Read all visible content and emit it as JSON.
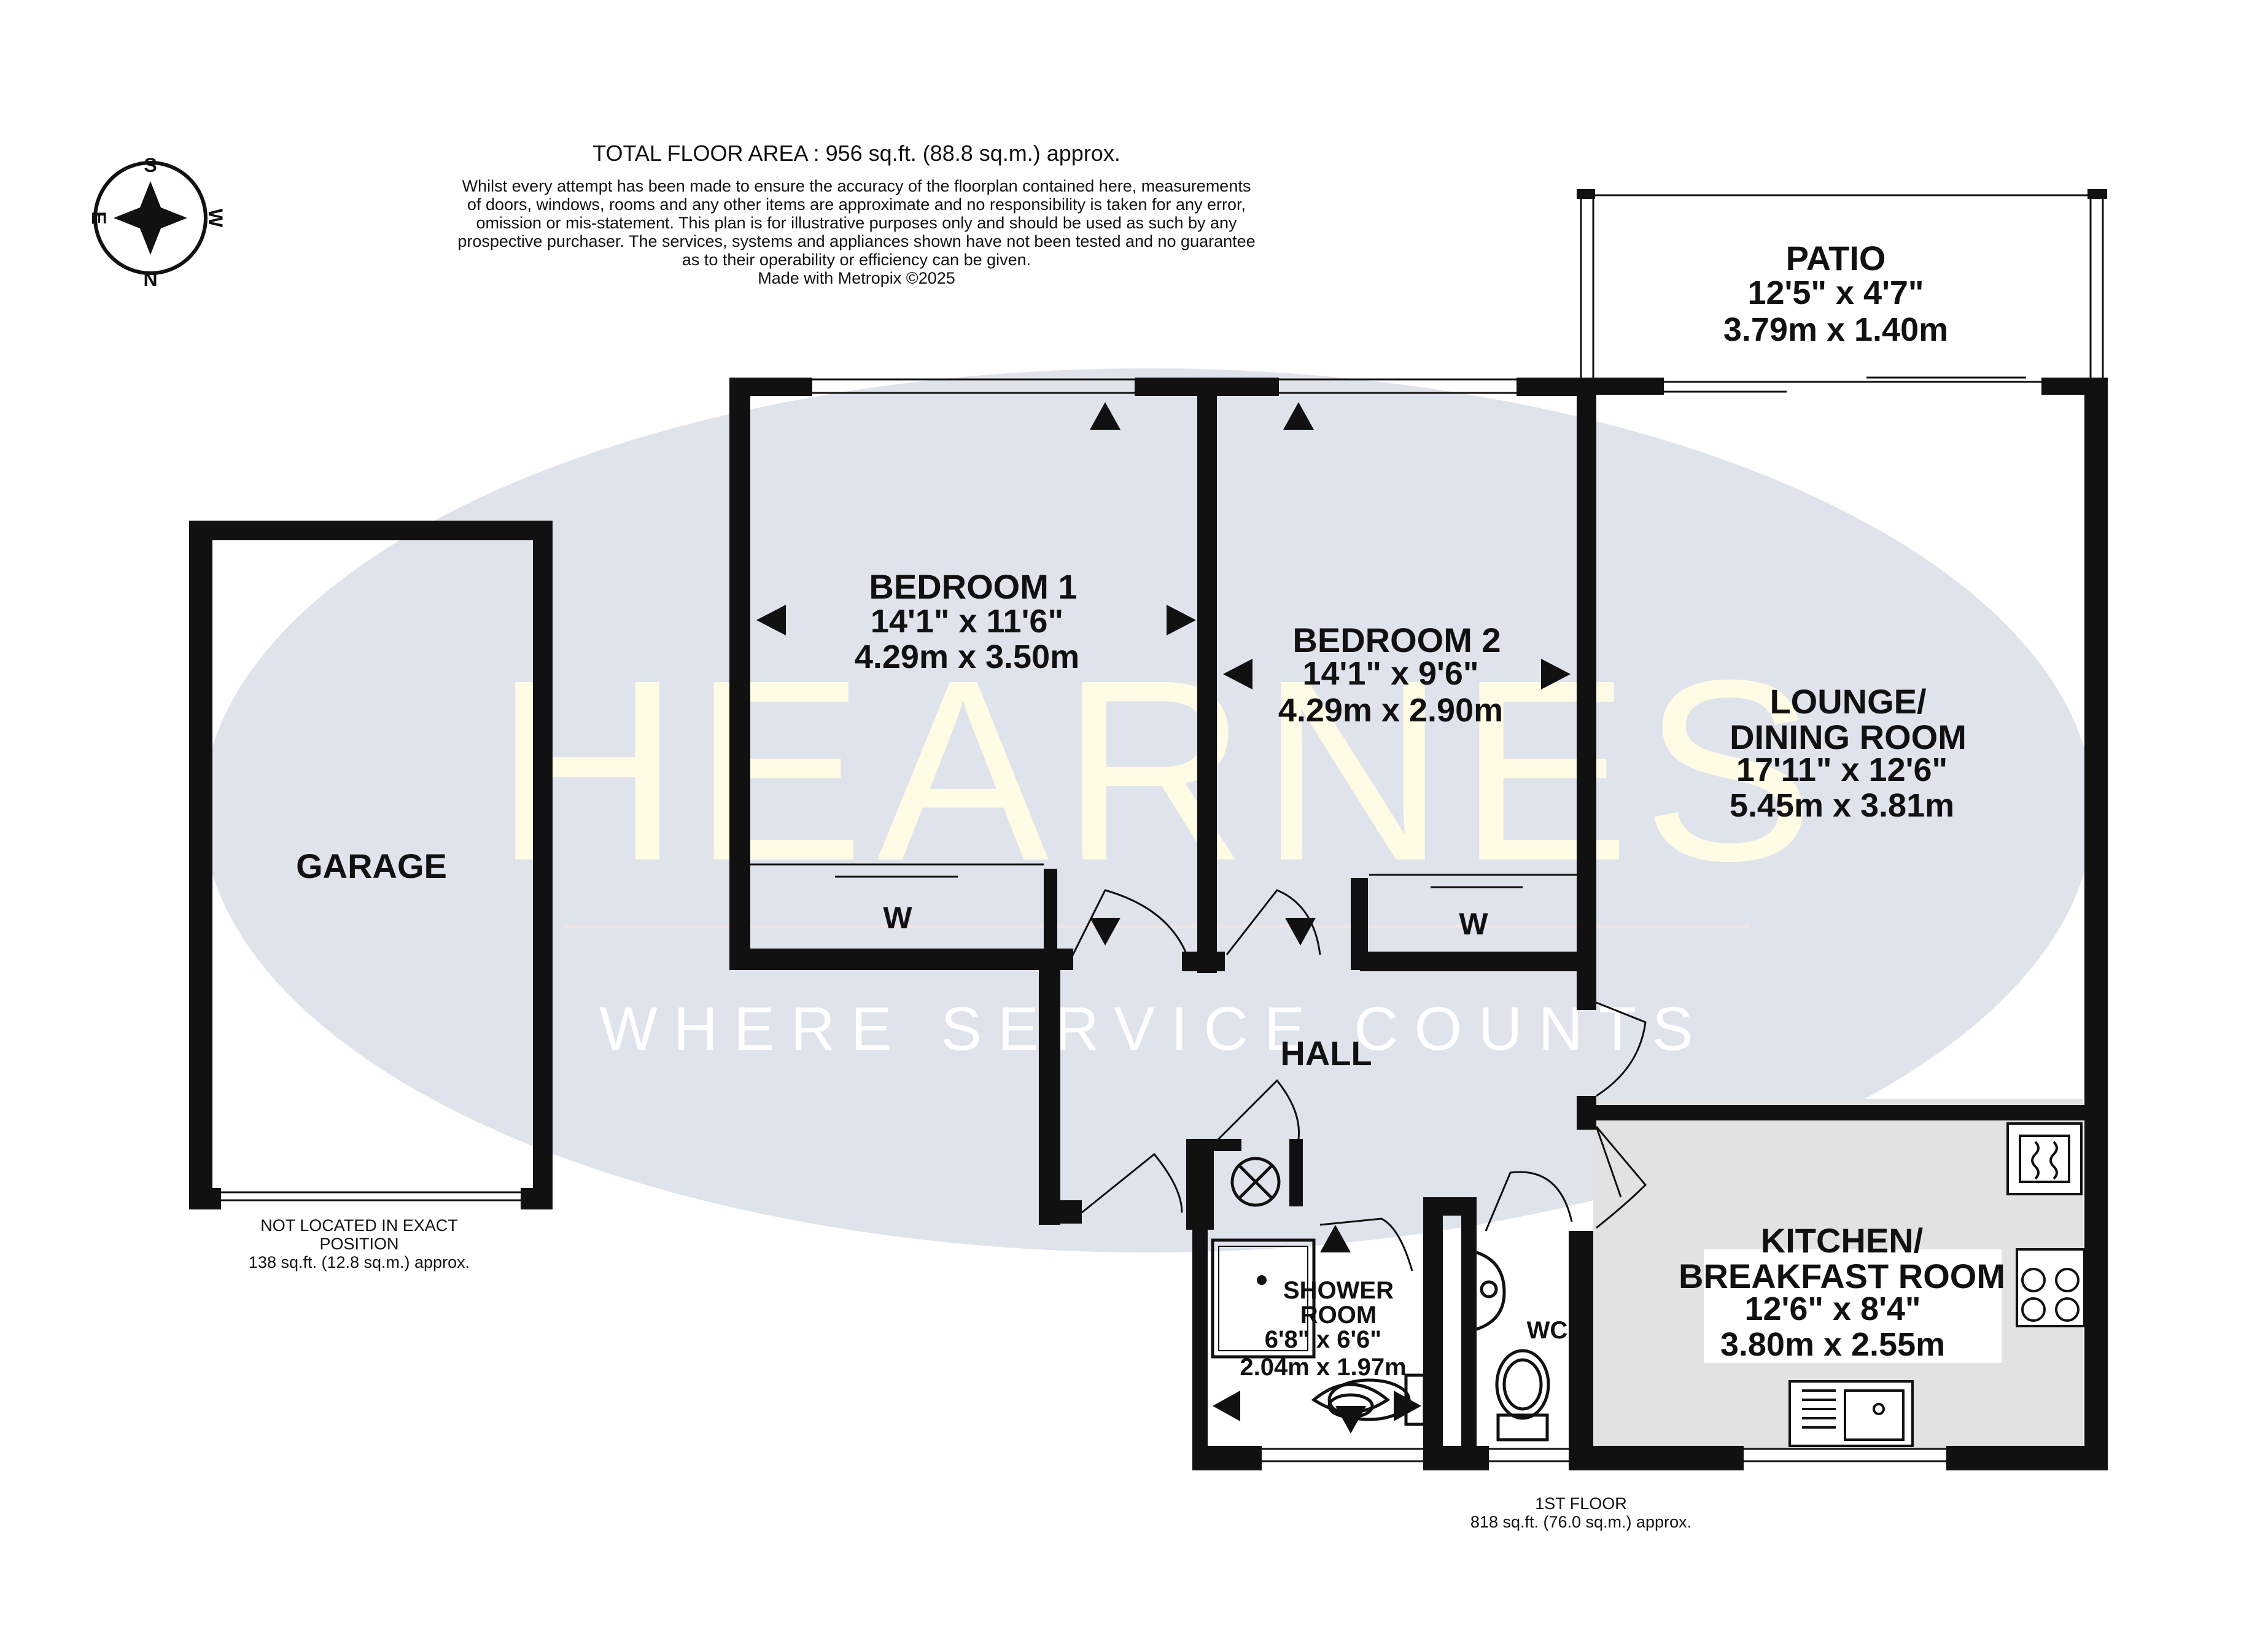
{
  "header": {
    "total_area": "TOTAL FLOOR AREA : 956 sq.ft. (88.8 sq.m.) approx.",
    "disclaimer": [
      "Whilst every attempt has been made to ensure the accuracy of the floorplan contained here, measurements",
      "of doors, windows, rooms and any other items are approximate and no responsibility is taken for any error,",
      "omission or mis-statement. This plan is for illustrative purposes only and should be used as such by any",
      "prospective purchaser. The services, systems and appliances shown have not been tested and no guarantee",
      "as to their operability or efficiency can be given.",
      "Made with Metropix ©2025"
    ]
  },
  "compass": {
    "n": "N",
    "s": "S",
    "e": "E",
    "w": "W"
  },
  "watermark": {
    "brand": "HEARNES",
    "tagline": "WHERE SERVICE COUNTS",
    "color": "#dfe3ec"
  },
  "rooms": {
    "patio": {
      "name": "PATIO",
      "imperial": "12'5\" x 4'7\"",
      "metric": "3.79m x 1.40m"
    },
    "bedroom1": {
      "name": "BEDROOM 1",
      "imperial": "14'1\" x 11'6\"",
      "metric": "4.29m x 3.50m"
    },
    "bedroom2": {
      "name": "BEDROOM 2",
      "imperial": "14'1\" x 9'6\"",
      "metric": "4.29m x 2.90m"
    },
    "lounge": {
      "name1": "LOUNGE/",
      "name2": "DINING ROOM",
      "imperial": "17'11\" x 12'6\"",
      "metric": "5.45m x 3.81m"
    },
    "garage": {
      "name": "GARAGE"
    },
    "hall": {
      "name": "HALL"
    },
    "kitchen": {
      "name1": "KITCHEN/",
      "name2": "BREAKFAST ROOM",
      "imperial": "12'6\" x 8'4\"",
      "metric": "3.80m x 2.55m"
    },
    "shower": {
      "name1": "SHOWER",
      "name2": "ROOM",
      "imperial": "6'8\" x 6'6\"",
      "metric": "2.04m x 1.97m"
    },
    "wc": {
      "name": "WC"
    },
    "wardrobe1": {
      "label": "W"
    },
    "wardrobe2": {
      "label": "W"
    }
  },
  "garage_note": [
    "NOT LOCATED IN EXACT",
    "POSITION",
    "138 sq.ft. (12.8 sq.m.) approx."
  ],
  "floor_note": [
    "1ST FLOOR",
    "818 sq.ft. (76.0 sq.m.) approx."
  ]
}
